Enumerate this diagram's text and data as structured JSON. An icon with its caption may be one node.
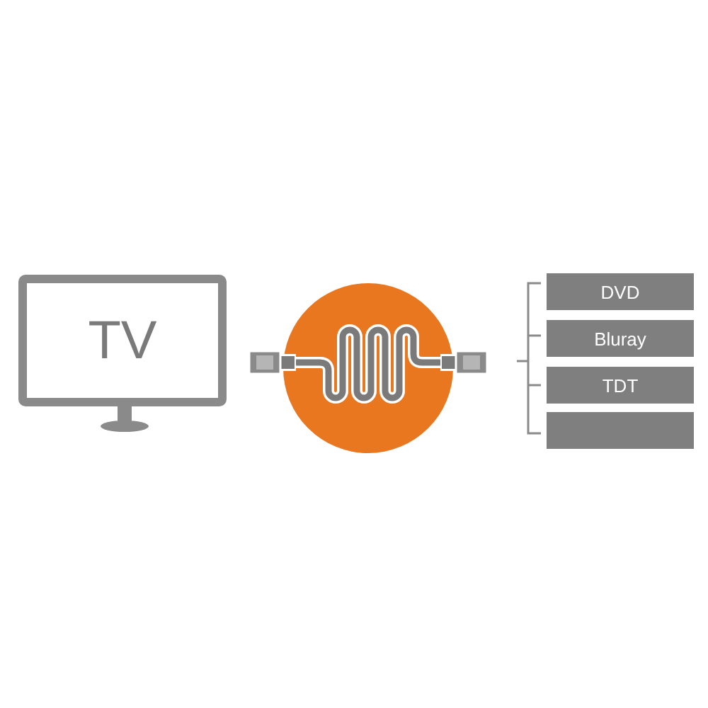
{
  "diagram": {
    "nodes": [
      {
        "text": [
          "TV"
        ]
      },
      {
        "text": [],
        "shape": "picture"
      },
      {
        "text": [
          "DVD"
        ]
      },
      {
        "text": [
          "Bluray"
        ]
      },
      {
        "text": [
          "TDT"
        ]
      },
      {
        "text": [],
        "shape": "box"
      }
    ]
  }
}
